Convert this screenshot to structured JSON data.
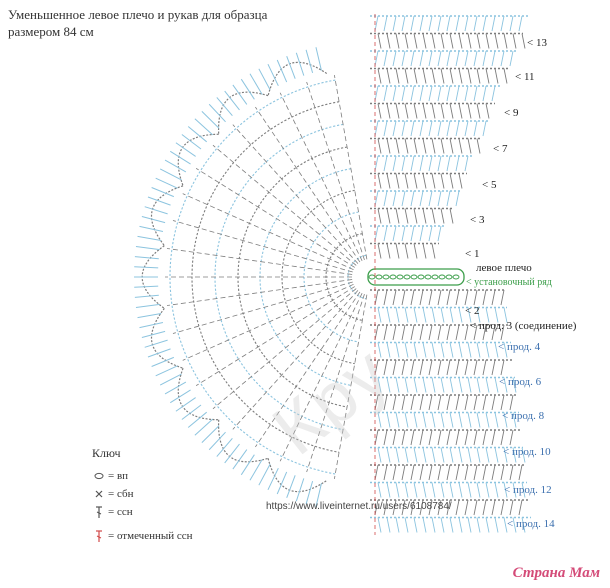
{
  "title": "Уменьшенное левое плечо и рукав для образца размером 84 см",
  "key": {
    "title": "Ключ",
    "items": [
      {
        "icon": "chain-icon",
        "label": "= вп"
      },
      {
        "icon": "sc-icon",
        "label": "= сбн"
      },
      {
        "icon": "dc-icon",
        "label": "= ссн"
      },
      {
        "icon": "marked-dc-icon",
        "label": "= отмеченный ссн"
      }
    ]
  },
  "shoulder_label": "левое плечо",
  "foundation_label": "< установочный ряд",
  "row_labels": [
    "< 13",
    "< 11",
    "< 9",
    "< 7",
    "< 5",
    "< 3",
    "< 1",
    "< 2"
  ],
  "join_label": "< прод. 3 (соединение)",
  "continuation_labels": [
    "< прод. 4",
    "< прод. 6",
    "< прод. 8",
    "< прод. 10",
    "< прод. 12",
    "< прод. 14"
  ],
  "url": "https://www.liveinternet.ru/users/6108784/",
  "logo_text": "Страна Мам",
  "watermark_text": "Кру",
  "colors": {
    "blue": "#8cc4df",
    "gray": "#7d7d7d",
    "red": "#d24a4a",
    "green": "#3c9e4a",
    "label_blue": "#3b6fae"
  }
}
